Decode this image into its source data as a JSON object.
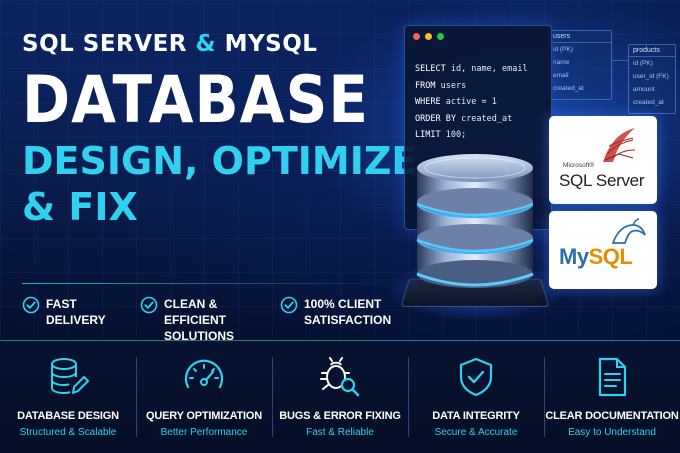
{
  "headline": {
    "line1_a": "SQL SERVER",
    "line1_amp": "&",
    "line1_b": "MYSQL",
    "line2": "DATABASE",
    "line3": "DESIGN, OPTIMIZE",
    "line4": "& FIX"
  },
  "features": [
    {
      "label": "FAST DELIVERY",
      "icon": "check-circle-icon"
    },
    {
      "label": "CLEAN & EFFICIENT\nSOLUTIONS",
      "icon": "check-circle-icon"
    },
    {
      "label": "100% CLIENT\nSATISFACTION",
      "icon": "check-circle-icon"
    }
  ],
  "code": {
    "lines": [
      {
        "kw": "SELECT",
        "rest": " id, name, email"
      },
      {
        "kw": "FROM",
        "rest": " users"
      },
      {
        "kw": "WHERE",
        "rest": " active = 1"
      },
      {
        "kw": "ORDER BY",
        "rest": " created_at"
      },
      {
        "kw": "LIMIT",
        "rest": " 100;"
      }
    ],
    "window_dots": [
      "#ff5f56",
      "#ffbd2e",
      "#27c93f"
    ]
  },
  "schema": {
    "users": {
      "title": "users",
      "fields": [
        "id (PK)",
        "name",
        "email",
        "created_at"
      ]
    },
    "products": {
      "title": "products",
      "fields": [
        "id (PK)",
        "user_id (FK)",
        "amount",
        "created_at"
      ]
    }
  },
  "logos": {
    "sqlserver_small": "Microsoft®",
    "sqlserver_name": "SQL Server",
    "mysql_my": "My",
    "mysql_sql": "SQL"
  },
  "services": [
    {
      "title": "DATABASE DESIGN",
      "subtitle": "Structured & Scalable",
      "icon": "database-pencil-icon"
    },
    {
      "title": "QUERY OPTIMIZATION",
      "subtitle": "Better Performance",
      "icon": "speedometer-icon"
    },
    {
      "title": "BUGS & ERROR FIXING",
      "subtitle": "Fast & Reliable",
      "icon": "bug-search-icon"
    },
    {
      "title": "DATA INTEGRITY",
      "subtitle": "Secure & Accurate",
      "icon": "shield-check-icon"
    },
    {
      "title": "CLEAR DOCUMENTATION",
      "subtitle": "Easy to Understand",
      "icon": "document-icon"
    }
  ],
  "colors": {
    "accent": "#2fd0f0",
    "background": "#06122e",
    "mysql_blue": "#2f6fa8",
    "mysql_orange": "#e48e00"
  }
}
